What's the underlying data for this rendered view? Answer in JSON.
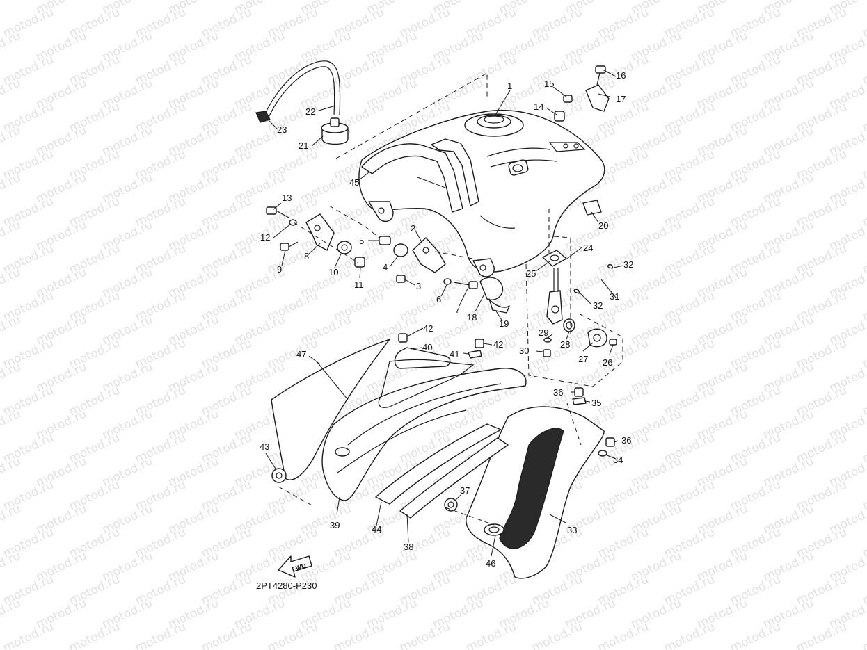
{
  "watermark": "motod.ru",
  "diagram_code": "2PT4280-P230",
  "fwd_label": "FWD",
  "callouts": [
    {
      "id": "c1",
      "label": "1"
    },
    {
      "id": "c2",
      "label": "2"
    },
    {
      "id": "c3",
      "label": "3"
    },
    {
      "id": "c4",
      "label": "4"
    },
    {
      "id": "c5",
      "label": "5"
    },
    {
      "id": "c6",
      "label": "6"
    },
    {
      "id": "c7",
      "label": "7"
    },
    {
      "id": "c8",
      "label": "8"
    },
    {
      "id": "c9",
      "label": "9"
    },
    {
      "id": "c10",
      "label": "10"
    },
    {
      "id": "c11",
      "label": "11"
    },
    {
      "id": "c12",
      "label": "12"
    },
    {
      "id": "c13",
      "label": "13"
    },
    {
      "id": "c14",
      "label": "14"
    },
    {
      "id": "c15",
      "label": "15"
    },
    {
      "id": "c16",
      "label": "16"
    },
    {
      "id": "c17",
      "label": "17"
    },
    {
      "id": "c18",
      "label": "18"
    },
    {
      "id": "c19",
      "label": "19"
    },
    {
      "id": "c20",
      "label": "20"
    },
    {
      "id": "c21",
      "label": "21"
    },
    {
      "id": "c22",
      "label": "22"
    },
    {
      "id": "c23",
      "label": "23"
    },
    {
      "id": "c24",
      "label": "24"
    },
    {
      "id": "c25",
      "label": "25"
    },
    {
      "id": "c26",
      "label": "26"
    },
    {
      "id": "c27",
      "label": "27"
    },
    {
      "id": "c28",
      "label": "28"
    },
    {
      "id": "c29",
      "label": "29"
    },
    {
      "id": "c30",
      "label": "30"
    },
    {
      "id": "c31",
      "label": "31"
    },
    {
      "id": "c32a",
      "label": "32"
    },
    {
      "id": "c32b",
      "label": "32"
    },
    {
      "id": "c33",
      "label": "33"
    },
    {
      "id": "c34",
      "label": "34"
    },
    {
      "id": "c35",
      "label": "35"
    },
    {
      "id": "c36a",
      "label": "36"
    },
    {
      "id": "c36b",
      "label": "36"
    },
    {
      "id": "c37",
      "label": "37"
    },
    {
      "id": "c38",
      "label": "38"
    },
    {
      "id": "c39",
      "label": "39"
    },
    {
      "id": "c40",
      "label": "40"
    },
    {
      "id": "c41",
      "label": "41"
    },
    {
      "id": "c42a",
      "label": "42"
    },
    {
      "id": "c42b",
      "label": "42"
    },
    {
      "id": "c43",
      "label": "43"
    },
    {
      "id": "c44",
      "label": "44"
    },
    {
      "id": "c45",
      "label": "45"
    },
    {
      "id": "c46",
      "label": "46"
    },
    {
      "id": "c47",
      "label": "47"
    }
  ]
}
